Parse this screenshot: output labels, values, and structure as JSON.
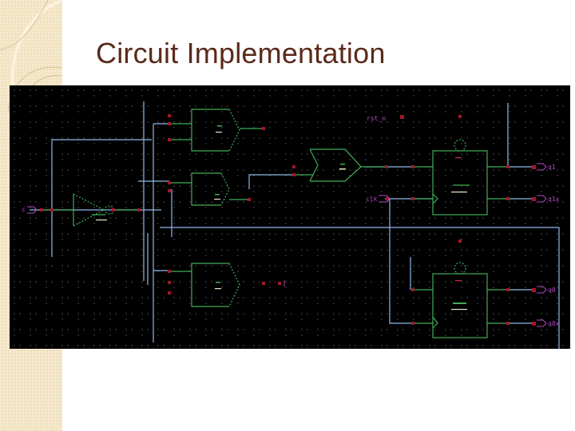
{
  "slide": {
    "title": "Circuit Implementation"
  },
  "schematic": {
    "colors": {
      "background": "#000000",
      "wire": "#8fb8e8",
      "gate": "#3fae5a",
      "pin": "#a01828",
      "port_label": "#b04cc0",
      "grid_dot": "#9a9a9a"
    },
    "input_ports": [
      {
        "label": "clk",
        "position": "left"
      },
      {
        "label": "clk",
        "position": "middle"
      },
      {
        "label": "rst_n",
        "position": "top"
      }
    ],
    "output_ports": [
      {
        "label": "q1"
      },
      {
        "label": "q1x"
      },
      {
        "label": "q0"
      },
      {
        "label": "q0x"
      }
    ],
    "components": [
      {
        "type": "inverter",
        "count": 1
      },
      {
        "type": "and-gate",
        "count": 3
      },
      {
        "type": "or-gate",
        "count": 1
      },
      {
        "type": "flip-flop",
        "count": 2
      }
    ]
  }
}
